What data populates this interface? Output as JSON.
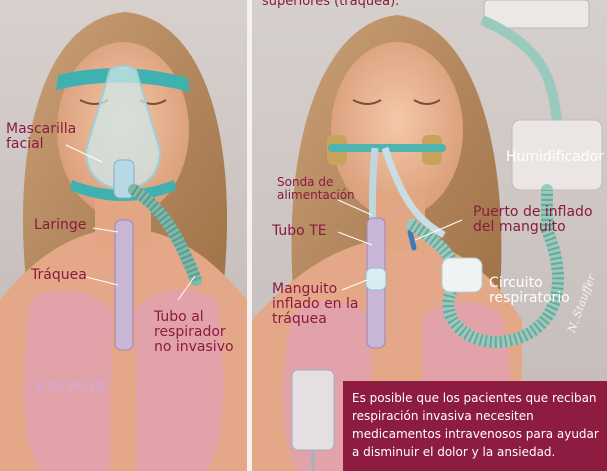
{
  "left_panel": {
    "labels": {
      "mask": "Mascarilla\nfacial",
      "larynx": "Laringe",
      "trachea": "Tráquea",
      "tube": "Tubo al\nrespirador\nno invasivo",
      "lung": "PULMÓN"
    }
  },
  "right_panel": {
    "top_text": "superiores (tráquea).",
    "labels": {
      "humidifier": "Humidificador",
      "feeding_tube": "Sonda de\nalimentación",
      "cuff_port": "Puerto de inflado\ndel manguito",
      "te_tube": "Tubo TE",
      "cuff": "Manguito\ninflado en la\ntráquea",
      "circuit": "Circuito\nrespiratorio"
    },
    "caption": "Es posible que los pacientes que reciban respiración invasiva necesiten medicamentos intravenosos para ayudar a disminuir el dolor y la ansiedad.",
    "signature": "N. Stauffer"
  },
  "colors": {
    "label": "#8a1a3f",
    "caption_bg": "#8d1c40",
    "skin": "#e9b08f",
    "lung": "#e2a1b0",
    "mask_strap": "#3fb1b0",
    "hair": "#b8895a"
  }
}
